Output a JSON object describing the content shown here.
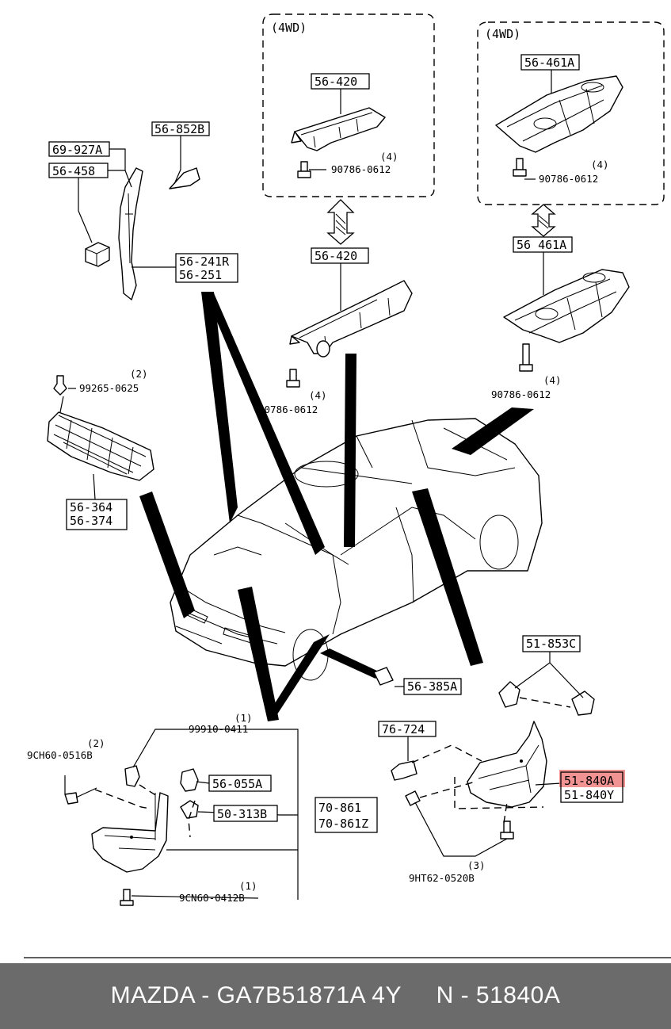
{
  "callouts": {
    "c_69_927A": "69-927A",
    "c_56_458": "56-458",
    "c_56_852B": "56-852B",
    "c_56_241R": "56-241R",
    "c_56_251": "56-251",
    "c_56_420_top": "56-420",
    "c_56_420_mid": "56-420",
    "c_56_461A_top": "56-461A",
    "c_56_461A_mid": "56 461A",
    "c_56_364": "56-364",
    "c_56_374": "56-374",
    "c_56_385A": "56-385A",
    "c_51_853C": "51-853C",
    "c_76_724": "76-724",
    "c_56_055A": "56-055A",
    "c_50_313B": "50-313B",
    "c_70_861": "70-861",
    "c_70_861Z": "70-861Z",
    "c_51_840A": "51-840A",
    "c_51_840Y": "51-840Y"
  },
  "group_labels": {
    "fwd_left": "(4WD)",
    "fwd_right": "(4WD)"
  },
  "part_numbers": {
    "p_90786_a": "90786-0612",
    "p_90786_b": "90786-0612",
    "p_90786_c": "90786-0612",
    "p_90786_d": "90786-0612",
    "p_99265": "99265-0625",
    "p_99910": "99910-0411",
    "p_9CH60": "9CH60-0516B",
    "p_9CN60": "9CN60-0412B",
    "p_9HT62": "9HT62-0520B"
  },
  "quantities": {
    "q_4_a": "(4)",
    "q_4_b": "(4)",
    "q_4_c": "(4)",
    "q_4_d": "(4)",
    "q_2_a": "(2)",
    "q_1_a": "(1)",
    "q_2_b": "(2)",
    "q_1_b": "(1)",
    "q_3": "(3)"
  },
  "highlight_color": "#f08080",
  "footer": {
    "text": "MAZDA - GA7B51871A 4Y     N - 51840A"
  }
}
